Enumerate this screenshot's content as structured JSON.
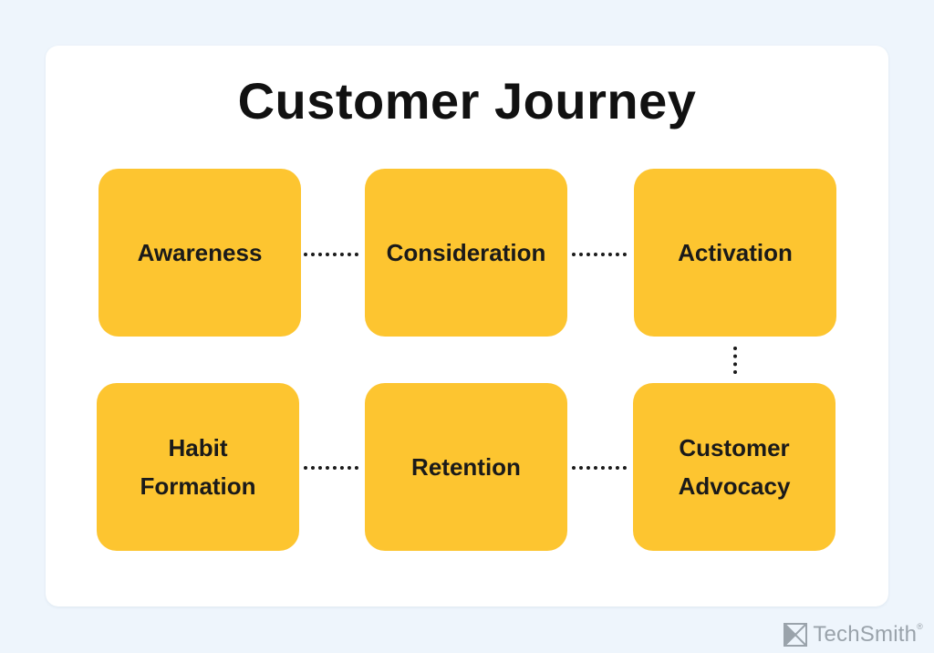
{
  "title": "Customer Journey",
  "stages": [
    {
      "label_lines": [
        "Awareness"
      ]
    },
    {
      "label_lines": [
        "Consideration"
      ]
    },
    {
      "label_lines": [
        "Activation"
      ]
    },
    {
      "label_lines": [
        "Customer",
        "Advocacy"
      ]
    },
    {
      "label_lines": [
        "Retention"
      ]
    },
    {
      "label_lines": [
        "Habit",
        "Formation"
      ]
    }
  ],
  "connectors": [
    {
      "from": "Awareness",
      "to": "Consideration",
      "style": "dotted"
    },
    {
      "from": "Consideration",
      "to": "Activation",
      "style": "dotted"
    },
    {
      "from": "Activation",
      "to": "Customer Advocacy",
      "style": "dotted"
    },
    {
      "from": "Customer Advocacy",
      "to": "Retention",
      "style": "dotted"
    },
    {
      "from": "Retention",
      "to": "Habit Formation",
      "style": "dotted"
    }
  ],
  "colors": {
    "background": "#eef5fc",
    "card": "#ffffff",
    "stage_fill": "#fdc530",
    "text": "#111111",
    "brand": "#9aa3ab"
  },
  "brand": {
    "name": "TechSmith",
    "mark": "®",
    "icon": "techsmith-logo-icon"
  }
}
